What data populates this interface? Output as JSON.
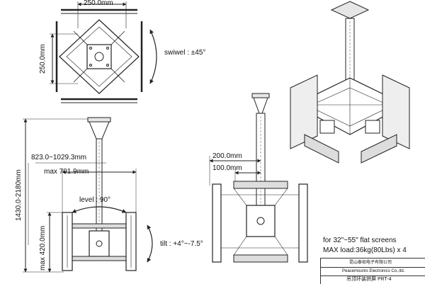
{
  "dimensions": {
    "top_width": "250.0mm",
    "top_height": "250.0mm",
    "pole_length": "823.0~1029.3mm",
    "overall_height": "1430.0-2180mm",
    "max_width": "max 701.9mm",
    "max_height": "max 420.0mm",
    "side_width_1": "200.0mm",
    "side_width_2": "100.0mm"
  },
  "annotations": {
    "swivel": "swiwel : ±45°",
    "level": "level : 90°",
    "tilt": "tilt : +4°~-7.5°"
  },
  "specs": {
    "screens": "for 32\"~55\" flat screens",
    "max_load": "MAX load:36kg(80Lbs) x 4"
  },
  "title_block": {
    "company_cn": "昆山泰如电子有限公司",
    "company_en": "Peacemounts Electronics Co.,ltd.",
    "model": "吊顶环装拼屏 PRT-4"
  },
  "colors": {
    "line": "#222222",
    "fill": "#e6e6e6",
    "dark": "#555555"
  }
}
